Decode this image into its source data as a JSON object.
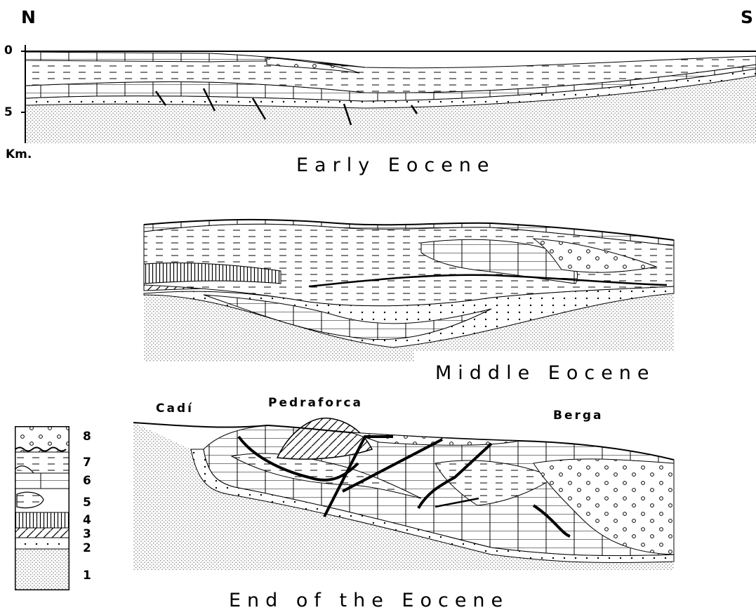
{
  "compass": {
    "north": "N",
    "south": "S"
  },
  "depth_axis": {
    "ticks": [
      "0",
      "5"
    ],
    "unit": "Km."
  },
  "panels": [
    {
      "title": "Early Eocene"
    },
    {
      "title": "Middle Eocene"
    },
    {
      "title": "End of the Eocene"
    }
  ],
  "places": {
    "cadi": "Cadí",
    "pedraforca": "Pedraforca",
    "berga": "Berga"
  },
  "legend": {
    "units": [
      "8",
      "7",
      "6",
      "5",
      "4",
      "3",
      "2",
      "1"
    ]
  },
  "colors": {
    "ink": "#000000",
    "paper": "#ffffff",
    "stipple": "#8a8a8a"
  }
}
